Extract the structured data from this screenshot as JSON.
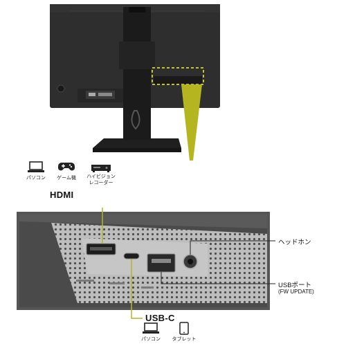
{
  "devices_top": [
    {
      "label": "パソコン",
      "icon": "laptop-icon"
    },
    {
      "label": "ゲーム機",
      "icon": "gamepad-icon"
    },
    {
      "label_line1": "ハイビジョン",
      "label_line2": "レコーダー",
      "icon": "recorder-icon"
    }
  ],
  "ports": {
    "hdmi": "HDMI",
    "usbc": "USB-C",
    "headphone": "ヘッドホン",
    "usb_port": "USBポート",
    "usb_port_note": "(FW UPDATE)"
  },
  "devices_bottom": [
    {
      "label": "パソコン",
      "icon": "laptop-icon"
    },
    {
      "label": "タブレット",
      "icon": "tablet-icon"
    }
  ],
  "colors": {
    "accent": "#b5b51f",
    "monitor": "#2b2b2b",
    "panel_metal": "#bcbcbc"
  }
}
